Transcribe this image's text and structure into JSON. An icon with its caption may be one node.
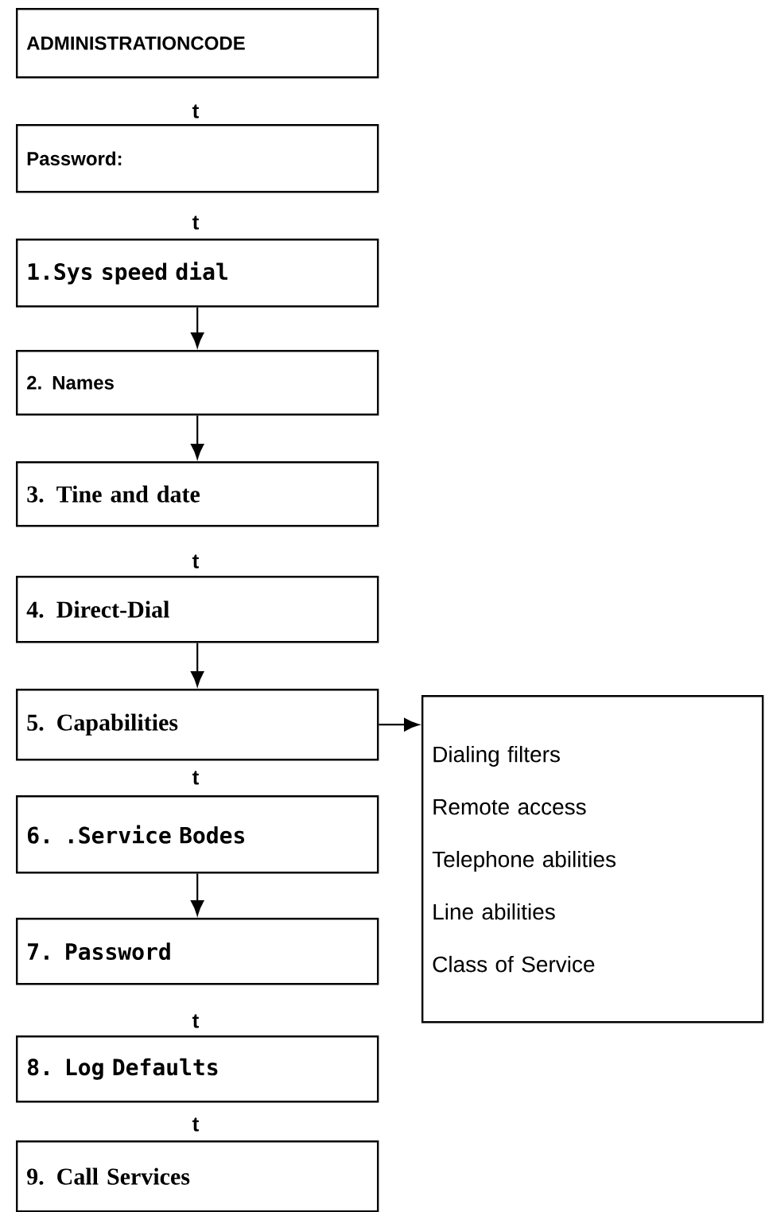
{
  "diagram": {
    "nodes": [
      {
        "text": [
          "ADMINISTRATIONCODE"
        ]
      },
      {
        "text": [
          "Password:"
        ]
      },
      {
        "text": [
          "1.Sys speed dial"
        ]
      },
      {
        "text": [
          "2. Names"
        ]
      },
      {
        "text": [
          "3. Tine and date"
        ]
      },
      {
        "text": [
          "4. Direct-Dial"
        ]
      },
      {
        "text": [
          "5. Capabilities"
        ]
      },
      {
        "text": [
          "Dialing filters",
          "Remote access",
          "Telephone abilities",
          "Line abilities",
          "Class of Service"
        ]
      },
      {
        "text": [
          "6. .Service Bodes"
        ]
      },
      {
        "text": [
          "7. Password"
        ]
      },
      {
        "text": [
          "8. Log Defaults"
        ]
      },
      {
        "text": [
          "9. Call Services"
        ]
      }
    ],
    "edges": [
      {
        "from": 2,
        "to": 3,
        "arrow": "to"
      },
      {
        "from": 3,
        "to": 4,
        "arrow": "to"
      },
      {
        "from": 5,
        "to": 6,
        "arrow": "to"
      },
      {
        "from": 6,
        "to": 7,
        "arrow": "to"
      },
      {
        "from": 8,
        "to": 9,
        "arrow": "to"
      }
    ],
    "labels": [
      "t",
      "t",
      "t",
      "t",
      "t",
      "t"
    ]
  }
}
